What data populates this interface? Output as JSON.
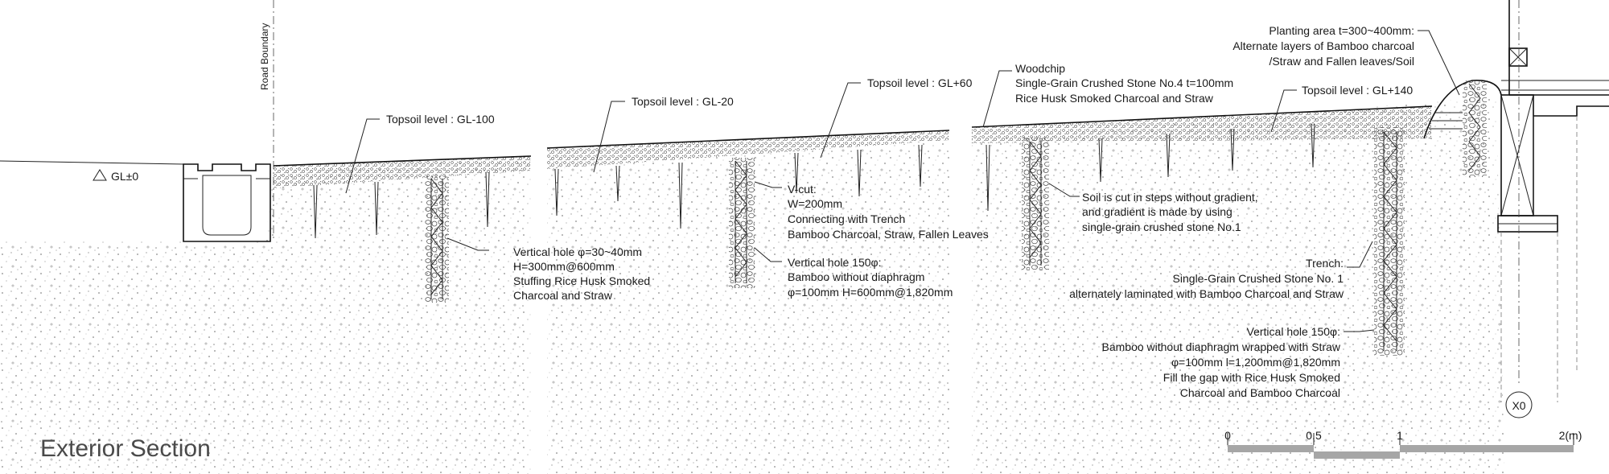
{
  "title": "Exterior Section",
  "road_boundary": "Road Boundary",
  "gl_mark": "GL±0",
  "grid_marker": "X0",
  "callouts": {
    "topsoil_1": "Topsoil level : GL-100",
    "topsoil_2": "Topsoil level : GL-20",
    "topsoil_3": "Topsoil level : GL+60",
    "topsoil_4": "Topsoil level : GL+140",
    "vhole_small": [
      "Vertical hole φ=30~40mm",
      "H=300mm@600mm",
      "Stuffing Rice Husk Smoked",
      "Charcoal and Straw"
    ],
    "vcut": [
      "V-cut:",
      "W=200mm",
      "Connecting with Trench",
      "Bamboo Charcoal, Straw, Fallen Leaves"
    ],
    "vhole_150": [
      "Vertical hole 150φ:",
      "Bamboo without diaphragm",
      "φ=100mm H=600mm@1,820mm"
    ],
    "woodchip": [
      "Woodchip",
      "Single-Grain Crushed Stone No.4 t=100mm",
      "Rice Husk Smoked Charcoal and Straw"
    ],
    "soil_cut": [
      "Soil is cut in steps without gradient,",
      "and gradient is made by using",
      "single-grain crushed stone No.1"
    ],
    "trench": [
      "Trench:",
      "Single-Grain Crushed Stone No. 1",
      "alternately laminated with Bamboo Charcoal and Straw"
    ],
    "vhole_150_straw": [
      "Vertical hole 150φ:",
      "Bamboo without diaphragm wrapped with Straw",
      "φ=100mm l=1,200mm@1,820mm",
      "Fill the gap with Rice Husk Smoked",
      "Charcoal and Bamboo Charcoal"
    ],
    "planting": [
      "Planting area t=300~400mm:",
      "Alternate layers of Bamboo charcoal",
      "/Straw and Fallen leaves/Soil"
    ]
  },
  "scale_bar": {
    "ticks": [
      "0",
      "0.5",
      "1",
      "2(m)"
    ],
    "color": "#a6a6a6"
  }
}
